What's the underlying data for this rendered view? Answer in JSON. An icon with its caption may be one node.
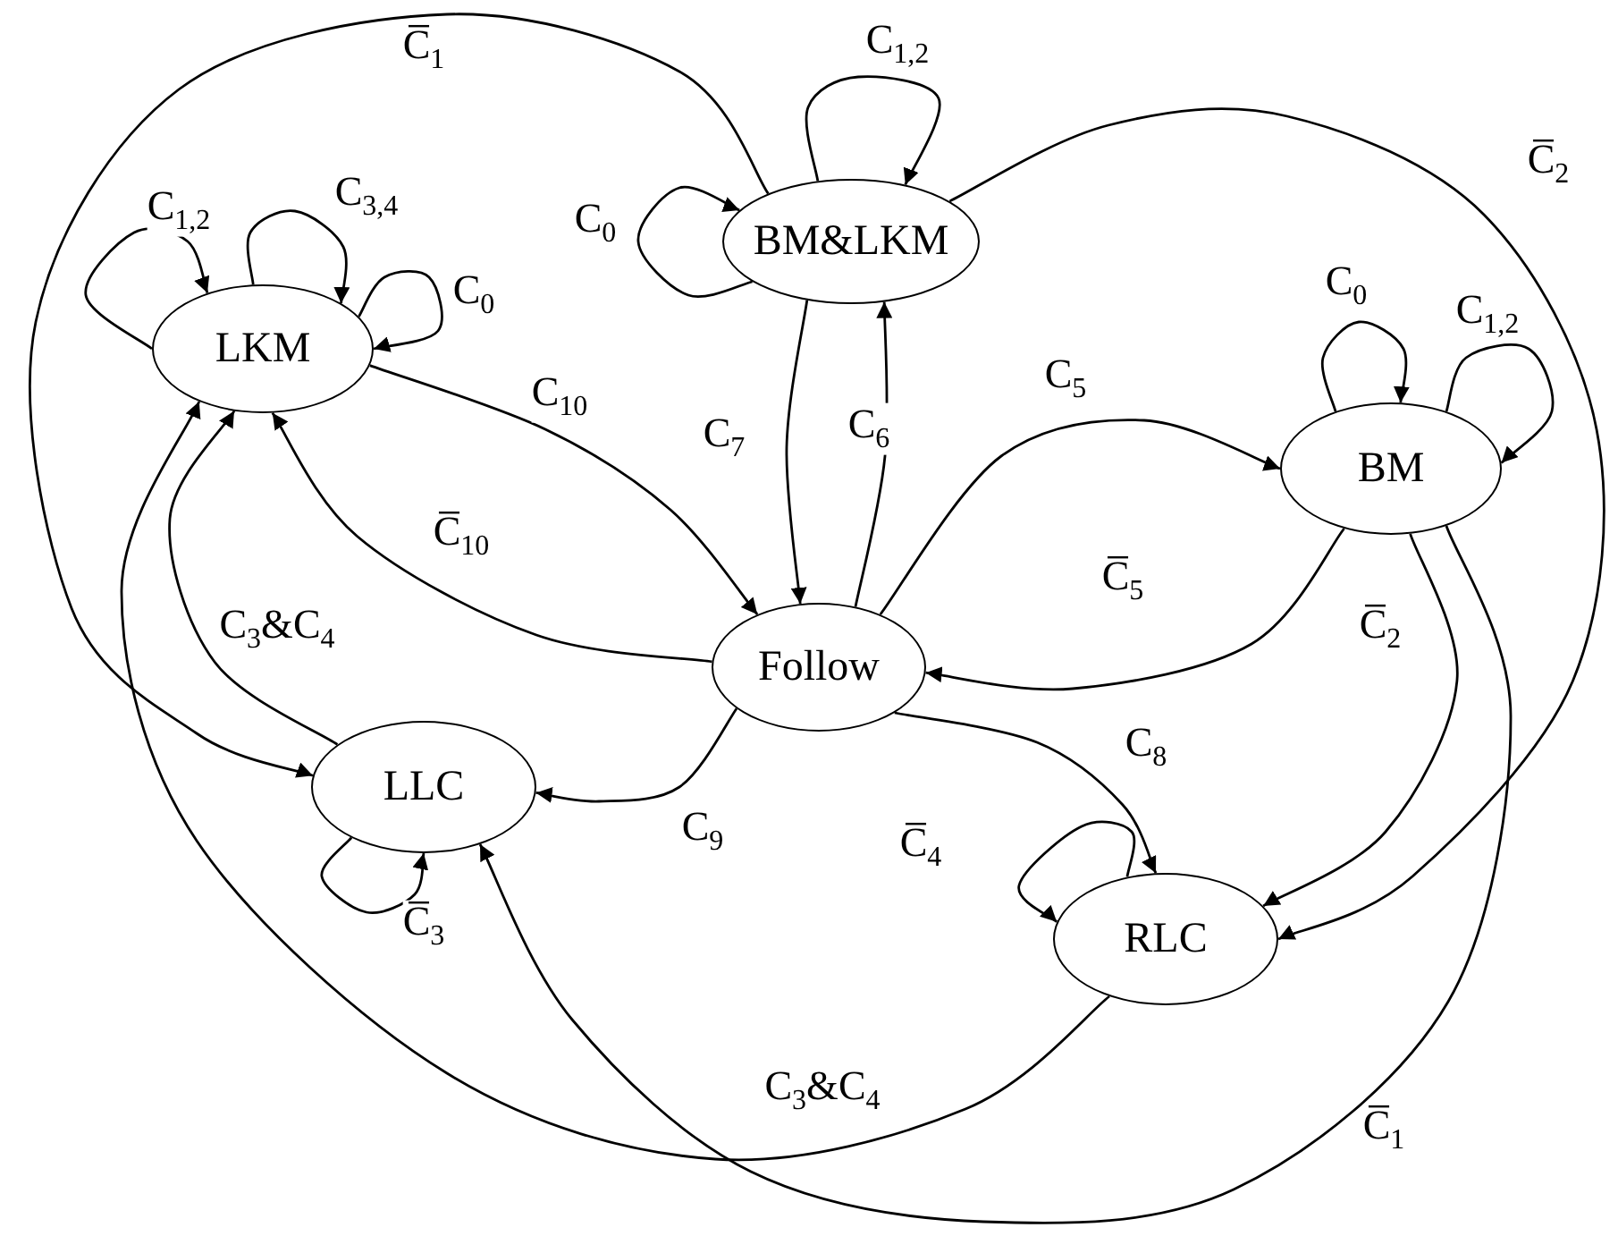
{
  "diagram": {
    "nodes": [
      {
        "text": [
          "LKM"
        ]
      },
      {
        "text": [
          "BM&LKM"
        ]
      },
      {
        "text": [
          "BM"
        ]
      },
      {
        "text": [
          "Follow"
        ]
      },
      {
        "text": [
          "LLC"
        ]
      },
      {
        "text": [
          "RLC"
        ]
      }
    ],
    "edges": [
      {
        "from": 0,
        "to": 0,
        "arrow": "to",
        "label": "C$_{1,2}$"
      },
      {
        "from": 0,
        "to": 0,
        "arrow": "to",
        "label": "C$_{3,4}$"
      },
      {
        "from": 0,
        "to": 0,
        "arrow": "to",
        "label": "C$_{0}$"
      },
      {
        "from": 1,
        "to": 1,
        "arrow": "to",
        "label": "C$_{0}$"
      },
      {
        "from": 1,
        "to": 1,
        "arrow": "to",
        "label": "C$_{1,2}$"
      },
      {
        "from": 2,
        "to": 2,
        "arrow": "to",
        "label": "C$_{0}$"
      },
      {
        "from": 2,
        "to": 2,
        "arrow": "to",
        "label": "C$_{1,2}$"
      },
      {
        "from": 4,
        "to": 4,
        "arrow": "to",
        "label": "C̅$_{3}$"
      },
      {
        "from": 5,
        "to": 5,
        "arrow": "to",
        "label": "C̅$_{4}$"
      },
      {
        "from": 0,
        "to": 3,
        "arrow": "to",
        "label": "C$_{10}$"
      },
      {
        "from": 3,
        "to": 0,
        "arrow": "to",
        "label": "C̅$_{10}$"
      },
      {
        "from": 1,
        "to": 3,
        "arrow": "to",
        "label": "C$_{7}$"
      },
      {
        "from": 3,
        "to": 1,
        "arrow": "to",
        "label": "C$_{6}$"
      },
      {
        "from": 3,
        "to": 2,
        "arrow": "to",
        "label": "C$_{5}$"
      },
      {
        "from": 2,
        "to": 3,
        "arrow": "to",
        "label": "C̅$_{5}$"
      },
      {
        "from": 3,
        "to": 4,
        "arrow": "to",
        "label": "C$_{9}$"
      },
      {
        "from": 3,
        "to": 5,
        "arrow": "to",
        "label": "C$_{8}$"
      },
      {
        "from": 2,
        "to": 5,
        "arrow": "to",
        "label": "C̅$_{2}$"
      },
      {
        "from": 1,
        "to": 5,
        "arrow": "to",
        "label": "C̅$_{2}$"
      },
      {
        "from": 1,
        "to": 4,
        "arrow": "to",
        "label": "C̅$_{1}$"
      },
      {
        "from": 2,
        "to": 4,
        "arrow": "to",
        "label": "C̅$_{1}$"
      },
      {
        "from": 5,
        "to": 0,
        "arrow": "to",
        "label": "C$_{3}$&C$_{4}$"
      },
      {
        "from": 4,
        "to": 0,
        "arrow": "to",
        "label": "C$_{3}$&C$_{4}$"
      }
    ]
  }
}
